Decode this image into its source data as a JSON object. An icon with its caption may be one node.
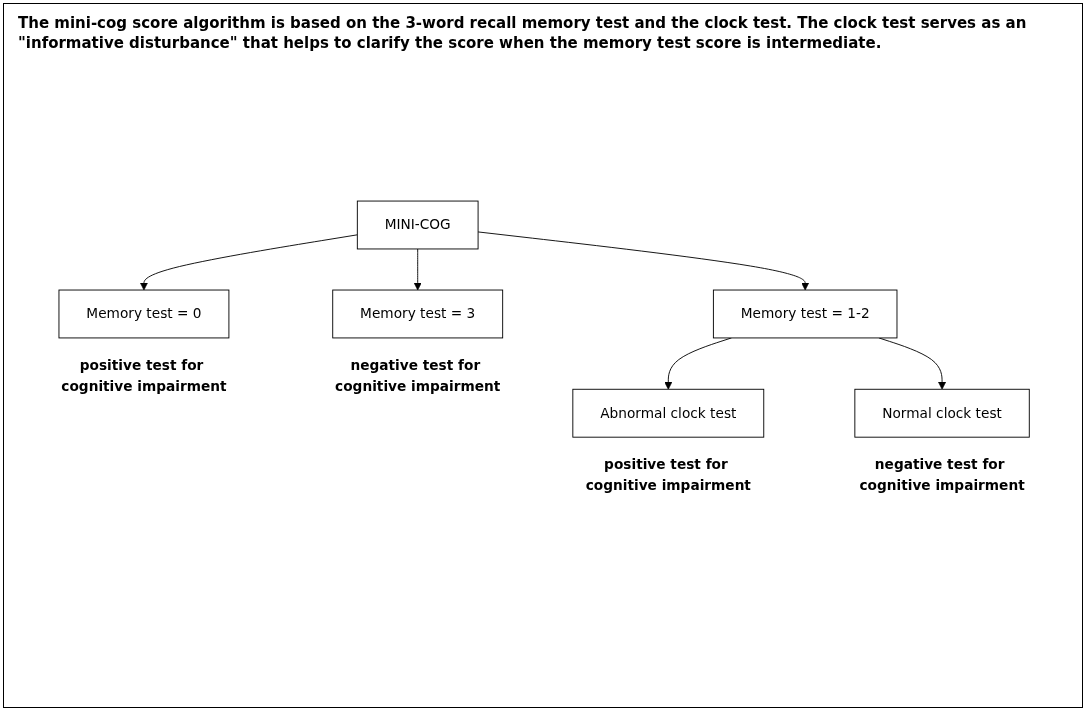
{
  "diagram": {
    "title": "The mini-cog score algorithm is based on the 3-word recall memory test and the clock test. The clock test serves as an \"informative disturbance\" that helps to clarify the score when the memory test score is intermediate.",
    "nodes": [
      {
        "text": [
          "MINI-COG"
        ]
      },
      {
        "text": [
          "Memory test = 0"
        ],
        "beside": [
          "positive test for cognitive impairment"
        ]
      },
      {
        "text": [
          "Memory test = 1-2"
        ]
      },
      {
        "text": [
          "Memory test = 3"
        ],
        "beside": [
          "negative test for cognitive impairment"
        ]
      },
      {
        "text": [
          "Abnormal clock test"
        ],
        "beside": [
          "positive test for cognitive impairment"
        ]
      },
      {
        "text": [
          "Normal clock test"
        ],
        "beside": [
          "negative test for cognitive impairment"
        ]
      }
    ],
    "edges": [
      {
        "from": 0,
        "to": 1,
        "arrow": "to"
      },
      {
        "from": 0,
        "to": 2,
        "arrow": "to"
      },
      {
        "from": 0,
        "to": 3,
        "arrow": "to"
      },
      {
        "from": 2,
        "to": 4,
        "arrow": "to"
      },
      {
        "from": 2,
        "to": 5,
        "arrow": "to"
      }
    ]
  }
}
